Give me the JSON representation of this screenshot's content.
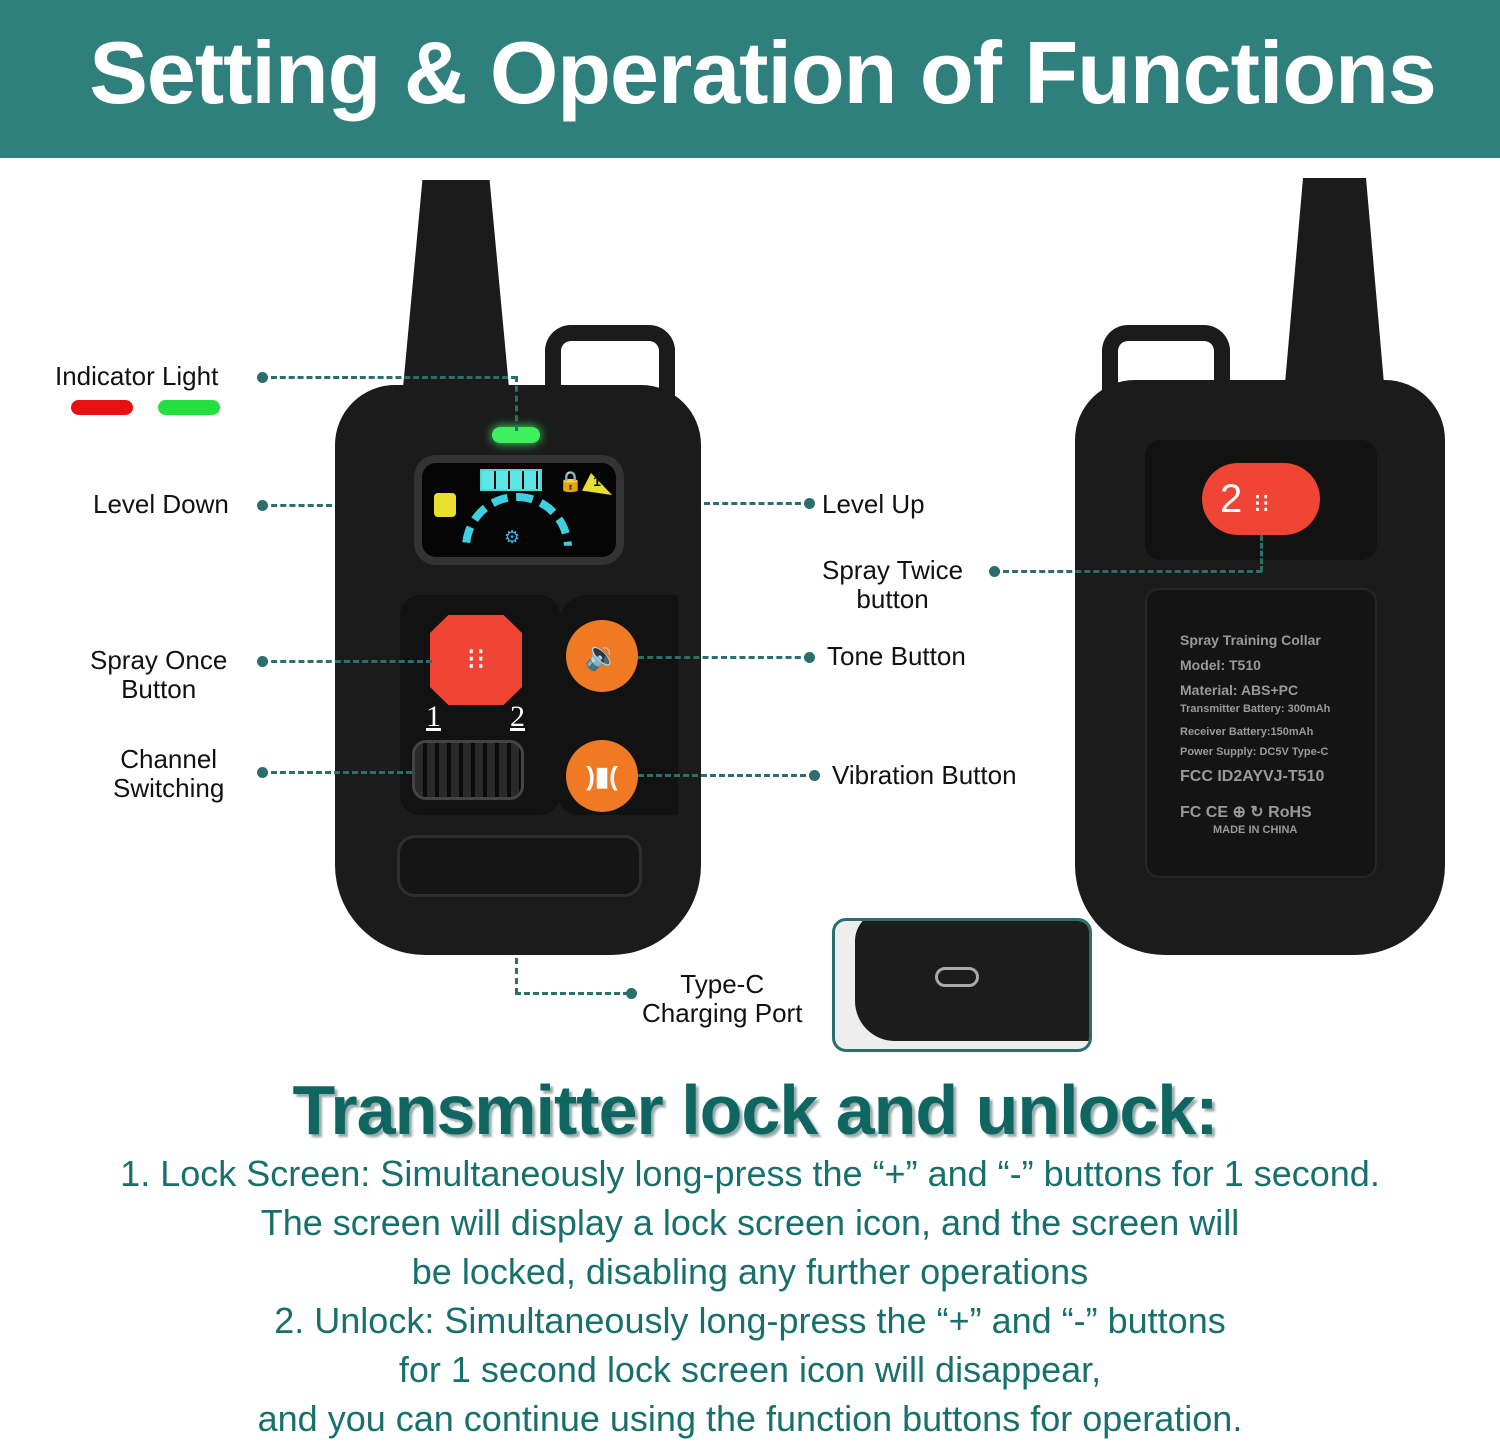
{
  "header": {
    "title": "Setting & Operation of Functions"
  },
  "labels": {
    "indicator_light": "Indicator Light",
    "level_down": "Level Down",
    "spray_once": "Spray Once\nButton",
    "channel_switching": "Channel\nSwitching",
    "level_up": "Level Up",
    "spray_twice": "Spray Twice\nbutton",
    "tone_button": "Tone Button",
    "vibration_button": "Vibration Button",
    "type_c": "Type-C\nCharging Port"
  },
  "indicator_colors": {
    "red": "#e81010",
    "green": "#22e040"
  },
  "device": {
    "channel_1": "1",
    "channel_2": "2",
    "screen_level": "1",
    "back_channel": "2"
  },
  "plate": {
    "line1": "Spray Training Collar",
    "line2": "Model:  T510",
    "line3": "Material: ABS+PC",
    "line4": "Transmitter Battery: 300mAh",
    "line5": "Receiver Battery:150mAh",
    "line6": "Power Supply: DC5V Type-C",
    "line7": "FCC ID2AYVJ-T510",
    "marks": "FC CE ⊕ ↻ RoHS",
    "made_in": "MADE IN CHINA"
  },
  "lock": {
    "heading": "Transmitter lock and unlock:",
    "lines": [
      "1. Lock Screen: Simultaneously long-press the “+” and “-” buttons for 1 second.",
      "The screen will display a lock screen icon, and the screen will",
      "be locked, disabling any further operations",
      "2. Unlock: Simultaneously long-press the “+” and “-” buttons",
      "for 1 second lock screen icon will disappear,",
      "and you can continue using the function buttons for operation."
    ]
  },
  "colors": {
    "teal": "#2f7f7c",
    "text_teal": "#17706b",
    "orange": "#f07a24",
    "red_button": "#f04434"
  }
}
